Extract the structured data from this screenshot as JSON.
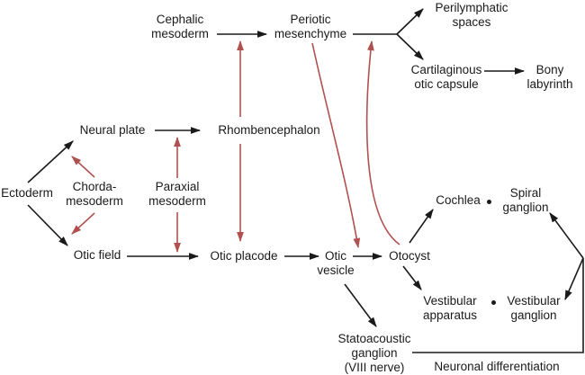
{
  "diagram": {
    "colors": {
      "black_arrow": "#1a1a1a",
      "red_arrow": "#b0514f"
    },
    "nodes": {
      "cephalic_mesoderm": "Cephalic\nmesoderm",
      "periotic_mesenchyme": "Periotic\nmesenchyme",
      "perilymphatic_spaces": "Perilymphatic\nspaces",
      "cartilaginous_otic_capsule": "Cartilaginous\notic capsule",
      "bony_labyrinth": "Bony\nlabyrinth",
      "neural_plate": "Neural plate",
      "rhombencephalon": "Rhombencephalon",
      "ectoderm": "Ectoderm",
      "chordamesoderm": "Chorda-\nmesoderm",
      "paraxial_mesoderm": "Paraxial\nmesoderm",
      "otic_field": "Otic field",
      "otic_placode": "Otic placode",
      "otic_vesicle": "Otic\nvesicle",
      "otocyst": "Otocyst",
      "cochlea": "Cochlea",
      "spiral_ganglion": "Spiral\nganglion",
      "vestibular_apparatus": "Vestibular\napparatus",
      "vestibular_ganglion": "Vestibular\nganglion",
      "statoacoustic_ganglion": "Statoacoustic\nganglion\n(VIII nerve)"
    },
    "annotations": {
      "neuronal_differentiation": "Neuronal differentiation"
    },
    "edges": [
      {
        "from": "cephalic_mesoderm",
        "to": "periotic_mesenchyme",
        "type": "black"
      },
      {
        "from": "periotic_mesenchyme",
        "to": "perilymphatic_spaces",
        "type": "black"
      },
      {
        "from": "periotic_mesenchyme",
        "to": "cartilaginous_otic_capsule",
        "type": "black"
      },
      {
        "from": "cartilaginous_otic_capsule",
        "to": "bony_labyrinth",
        "type": "black"
      },
      {
        "from": "ectoderm",
        "to": "neural_plate",
        "type": "black"
      },
      {
        "from": "ectoderm",
        "to": "otic_field",
        "type": "black"
      },
      {
        "from": "neural_plate",
        "to": "rhombencephalon",
        "type": "black"
      },
      {
        "from": "otic_field",
        "to": "otic_placode",
        "type": "black"
      },
      {
        "from": "otic_placode",
        "to": "otic_vesicle",
        "type": "black"
      },
      {
        "from": "otic_vesicle",
        "to": "otocyst",
        "type": "black"
      },
      {
        "from": "otic_vesicle",
        "to": "statoacoustic_ganglion",
        "type": "black"
      },
      {
        "from": "otocyst",
        "to": "cochlea",
        "type": "black"
      },
      {
        "from": "otocyst",
        "to": "vestibular_apparatus",
        "type": "black"
      },
      {
        "from": "statoacoustic_ganglion",
        "to": "spiral_ganglion",
        "type": "black"
      },
      {
        "from": "statoacoustic_ganglion",
        "to": "vestibular_ganglion",
        "type": "black"
      },
      {
        "from": "chordamesoderm",
        "to": "neural_plate",
        "type": "red"
      },
      {
        "from": "chordamesoderm",
        "to": "otic_field",
        "type": "red"
      },
      {
        "from": "paraxial_mesoderm",
        "to": "neural_plate_arrow",
        "type": "red"
      },
      {
        "from": "paraxial_mesoderm",
        "to": "otic_field_arrow",
        "type": "red"
      },
      {
        "from": "rhombencephalon",
        "to": "cephalic_mesoderm_arrow",
        "type": "red"
      },
      {
        "from": "rhombencephalon",
        "to": "otic_placode",
        "type": "red"
      },
      {
        "from": "periotic_mesenchyme",
        "to": "otic_vesicle_arrow",
        "type": "red"
      },
      {
        "from": "otocyst",
        "to": "periotic_mesenchyme_arrow",
        "type": "red"
      }
    ]
  }
}
